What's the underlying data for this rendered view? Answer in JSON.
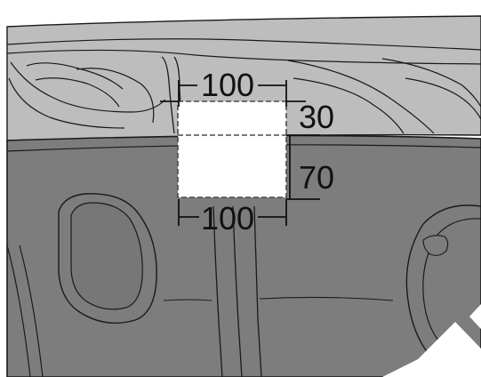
{
  "dimensions": {
    "top_width": "100",
    "bottom_width": "100",
    "upper_height": "30",
    "lower_height": "70"
  },
  "colors": {
    "background": "#ffffff",
    "upper_panel": "#bdbdbd",
    "lower_panel": "#7d7d7d",
    "line": "#1a1a1a",
    "cutout": "#ffffff",
    "cutout_border": "#4a4a4a",
    "marker": "#ffffff"
  }
}
